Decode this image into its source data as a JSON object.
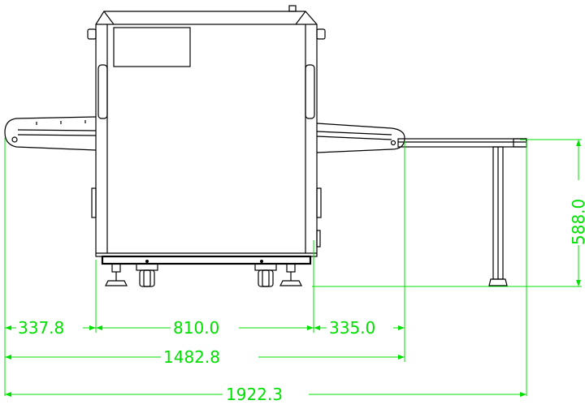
{
  "drawing": {
    "dimensions": {
      "left_conveyor": "337.8",
      "machine_width": "810.0",
      "right_conveyor": "335.0",
      "subtotal_width": "1482.8",
      "total_width": "1922.3",
      "table_height": "588.0"
    }
  },
  "colors": {
    "line": "#000000",
    "dimension": "#00e000",
    "background": "#ffffff"
  }
}
